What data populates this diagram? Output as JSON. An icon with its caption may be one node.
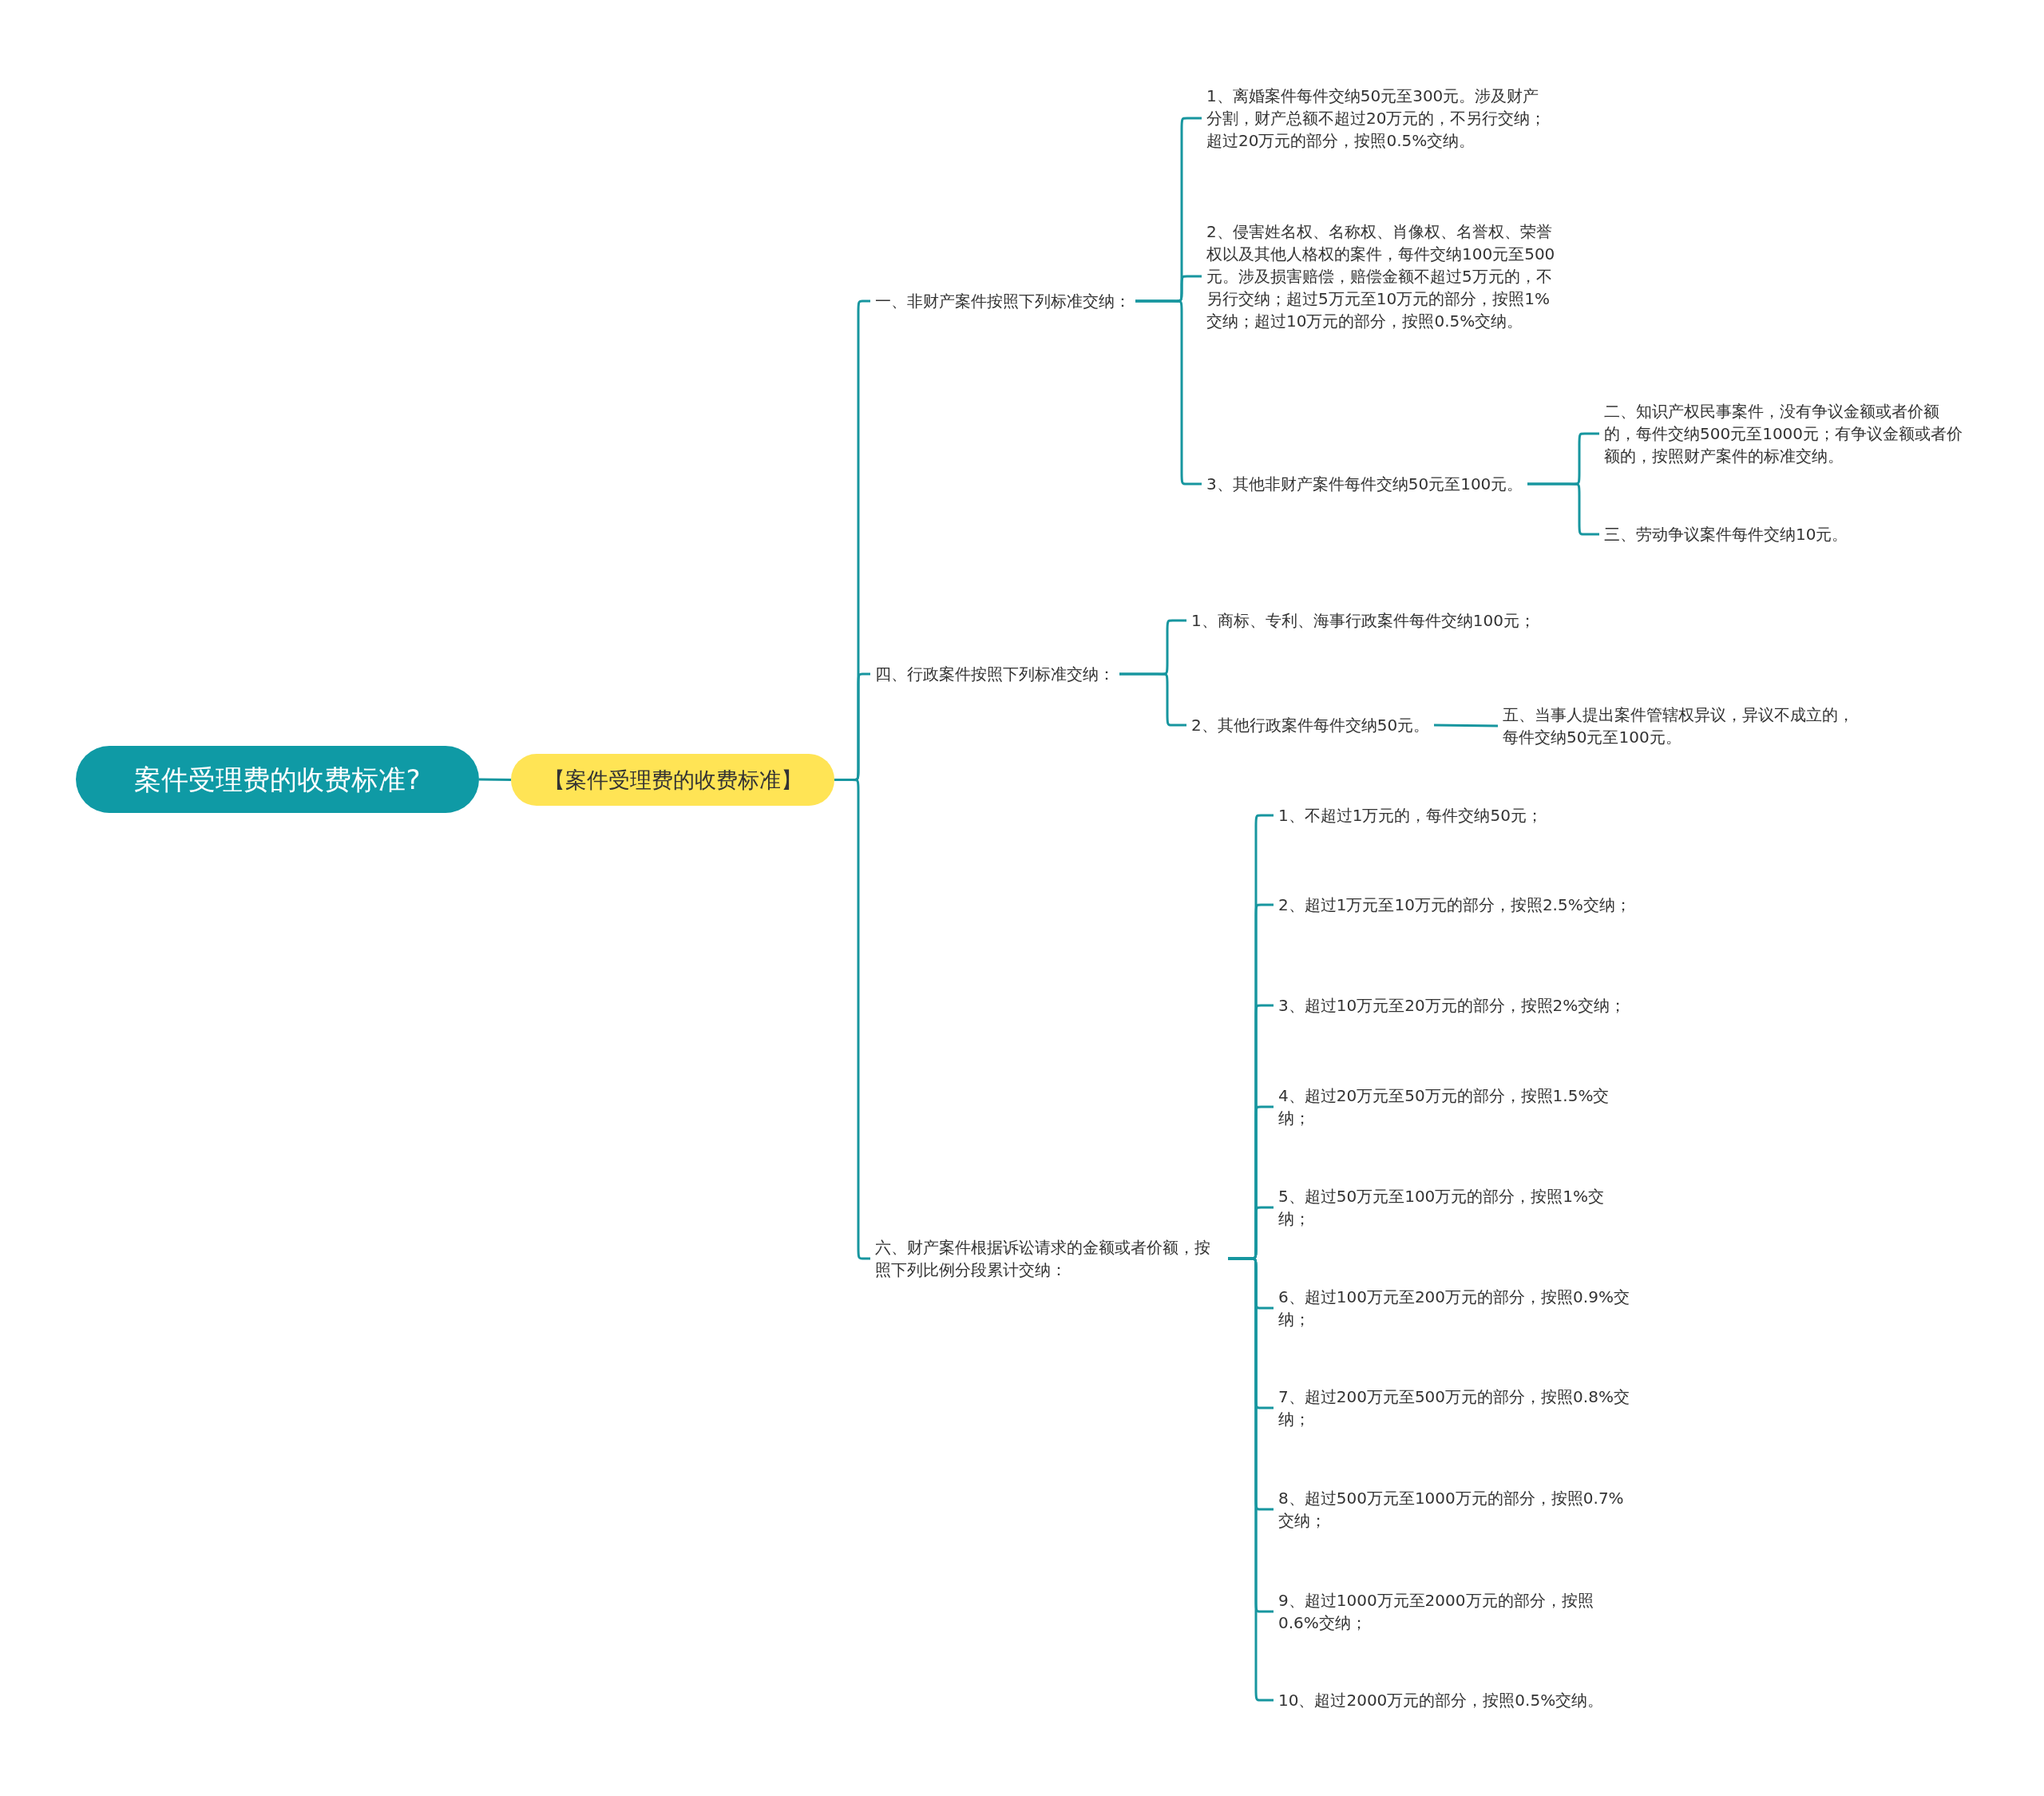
{
  "diagram": {
    "nodes": [
      {
        "text": [
          "案件受理费的收费标准?"
        ]
      },
      {
        "text": [
          "【案件受理费的收费标准】"
        ]
      },
      {
        "text": [
          "一、非财产案件按照下列标准交纳："
        ]
      },
      {
        "text": [
          "1、离婚案件每件交纳50元至300元。涉及财产分割，财产总额不超过20万元的，不另行交纳；超过20万元的部分，按照0.5%交纳。"
        ]
      },
      {
        "text": [
          "2、侵害姓名权、名称权、肖像权、名誉权、荣誉权以及其他人格权的案件，每件交纳100元至500元。涉及损害赔偿，赔偿金额不超过5万元的，不另行交纳；超过5万元至10万元的部分，按照1%交纳；超过10万元的部分，按照0.5%交纳。"
        ]
      },
      {
        "text": [
          "3、其他非财产案件每件交纳50元至100元。"
        ]
      },
      {
        "text": [
          "二、知识产权民事案件，没有争议金额或者价额的，每件交纳500元至1000元；有争议金额或者价额的，按照财产案件的标准交纳。"
        ]
      },
      {
        "text": [
          "三、劳动争议案件每件交纳10元。"
        ]
      },
      {
        "text": [
          "四、行政案件按照下列标准交纳："
        ]
      },
      {
        "text": [
          "1、商标、专利、海事行政案件每件交纳100元；"
        ]
      },
      {
        "text": [
          "2、其他行政案件每件交纳50元。"
        ]
      },
      {
        "text": [
          "五、当事人提出案件管辖权异议，异议不成立的，每件交纳50元至100元。"
        ]
      },
      {
        "text": [
          "六、财产案件根据诉讼请求的金额或者价额，按照下列比例分段累计交纳："
        ]
      },
      {
        "text": [
          "1、不超过1万元的，每件交纳50元；"
        ]
      },
      {
        "text": [
          "2、超过1万元至10万元的部分，按照2.5%交纳；"
        ]
      },
      {
        "text": [
          "3、超过10万元至20万元的部分，按照2%交纳；"
        ]
      },
      {
        "text": [
          "4、超过20万元至50万元的部分，按照1.5%交纳；"
        ]
      },
      {
        "text": [
          "5、超过50万元至100万元的部分，按照1%交纳；"
        ]
      },
      {
        "text": [
          "6、超过100万元至200万元的部分，按照0.9%交纳；"
        ]
      },
      {
        "text": [
          "7、超过200万元至500万元的部分，按照0.8%交纳；"
        ]
      },
      {
        "text": [
          "8、超过500万元至1000万元的部分，按照0.7%交纳；"
        ]
      },
      {
        "text": [
          "9、超过1000万元至2000万元的部分，按照0.6%交纳；"
        ]
      },
      {
        "text": [
          "10、超过2000万元的部分，按照0.5%交纳。"
        ]
      }
    ],
    "edges": [
      {
        "from": 0,
        "to": 1,
        "arrow": "none"
      },
      {
        "from": 1,
        "to": 2,
        "arrow": "none"
      },
      {
        "from": 1,
        "to": 8,
        "arrow": "none"
      },
      {
        "from": 1,
        "to": 12,
        "arrow": "none"
      },
      {
        "from": 2,
        "to": 3,
        "arrow": "none"
      },
      {
        "from": 2,
        "to": 4,
        "arrow": "none"
      },
      {
        "from": 2,
        "to": 5,
        "arrow": "none"
      },
      {
        "from": 5,
        "to": 6,
        "arrow": "none"
      },
      {
        "from": 5,
        "to": 7,
        "arrow": "none"
      },
      {
        "from": 8,
        "to": 9,
        "arrow": "none"
      },
      {
        "from": 8,
        "to": 10,
        "arrow": "none"
      },
      {
        "from": 10,
        "to": 11,
        "arrow": "none"
      },
      {
        "from": 12,
        "to": 13,
        "arrow": "none"
      },
      {
        "from": 12,
        "to": 14,
        "arrow": "none"
      },
      {
        "from": 12,
        "to": 15,
        "arrow": "none"
      },
      {
        "from": 12,
        "to": 16,
        "arrow": "none"
      },
      {
        "from": 12,
        "to": 17,
        "arrow": "none"
      },
      {
        "from": 12,
        "to": 18,
        "arrow": "none"
      },
      {
        "from": 12,
        "to": 19,
        "arrow": "none"
      },
      {
        "from": 12,
        "to": 20,
        "arrow": "none"
      },
      {
        "from": 12,
        "to": 21,
        "arrow": "none"
      },
      {
        "from": 12,
        "to": 22,
        "arrow": "none"
      }
    ]
  }
}
